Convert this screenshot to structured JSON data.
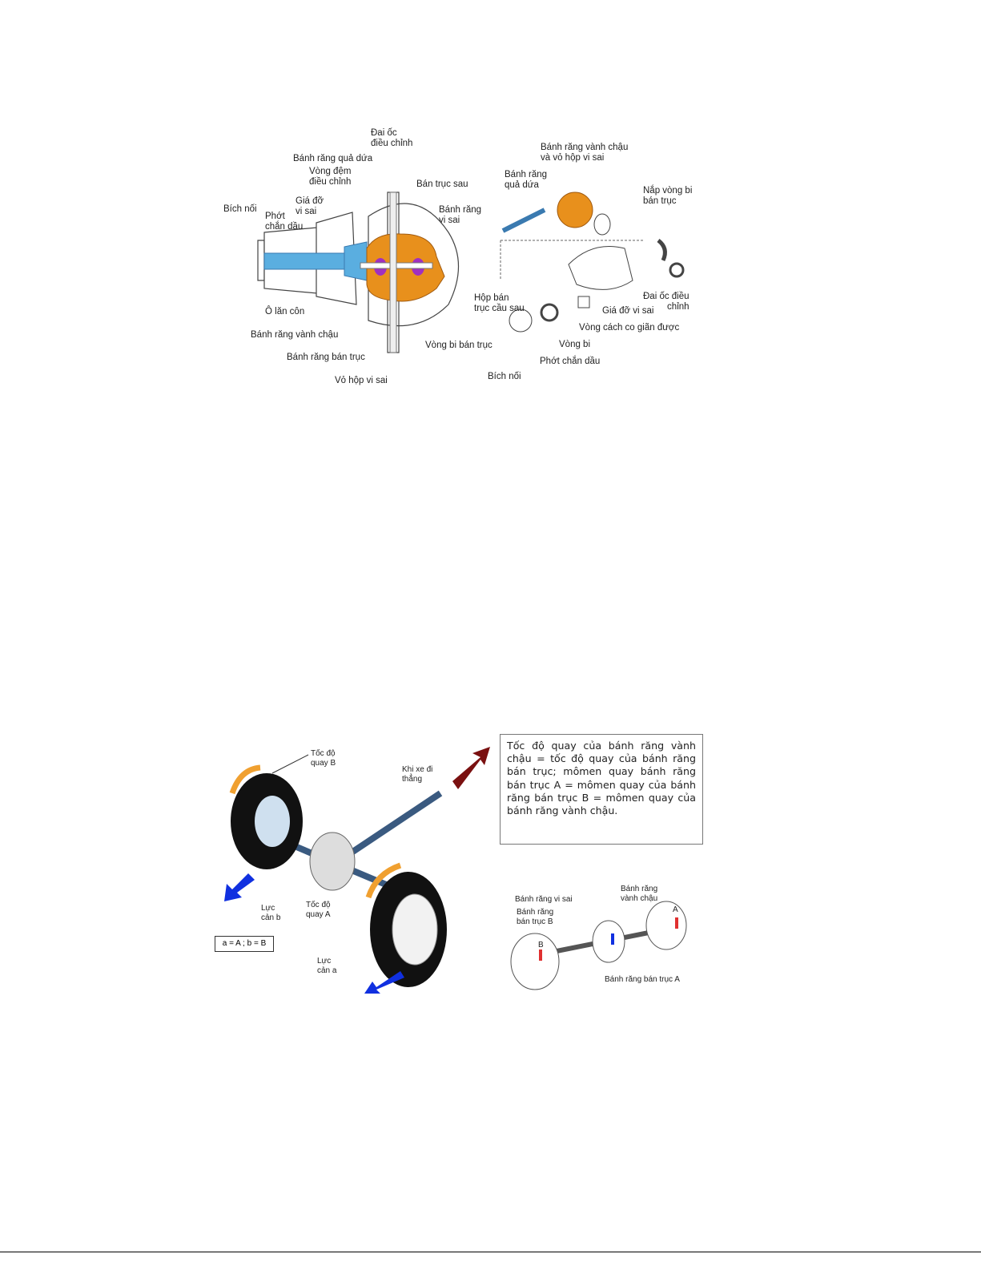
{
  "figure1": {
    "left_labels": [
      "Đai ốc\nđiều chỉnh",
      "Bánh răng quả dứa",
      "Vòng đệm\nđiều chỉnh",
      "Giá đỡ\nvi sai",
      "Bích nối",
      "Phớt\nchắn dầu",
      "Bán trục sau",
      "Bánh răng\nvi sai",
      "Hộp bán\ntrục cầu sau",
      "Ô lăn côn",
      "Bánh răng vành chậu",
      "Vòng bi bán trục",
      "Bánh răng bán trục",
      "Vỏ hộp vi sai"
    ],
    "right_labels": [
      "Bánh răng vành chậu\nvà vỏ hộp vi sai",
      "Bánh răng\nquả dứa",
      "Nắp vòng bi\nbán trục",
      "Đai ốc điều\nchỉnh",
      "Giá đỡ vi sai",
      "Vòng cách co giãn được",
      "Vòng bi",
      "Phớt chắn dầu",
      "Bích nối"
    ]
  },
  "figure2": {
    "speed_b": "Tốc độ\nquay B",
    "straight": "Khi xe đi\nthẳng",
    "note": "Tốc độ quay của bánh răng vành chậu = tốc độ quay của bánh răng bán trục; mômen quay bánh răng bán trục A = mômen quay của bánh răng bán trục B = mômen quay của bánh răng vành chậu.",
    "resist_b": "Lực\ncản b",
    "speed_a": "Tốc độ\nquay A",
    "equation": "a = A ; b = B",
    "resist_a": "Lực\ncản a",
    "small_labels": {
      "diff_gear": "Bánh răng vi sai",
      "ring_gear": "Bánh răng\nvành chậu",
      "side_gear_b": "Bánh răng\nbán trục B",
      "side_gear_a": "Bánh răng bán trục A",
      "wheel_a": "A",
      "wheel_b": "B"
    }
  },
  "colors": {
    "blue": "#5aaee0",
    "orange": "#e8901c",
    "purple": "#a030c0",
    "arrow_red": "#7a1010",
    "arrow_blue": "#1030e0"
  }
}
